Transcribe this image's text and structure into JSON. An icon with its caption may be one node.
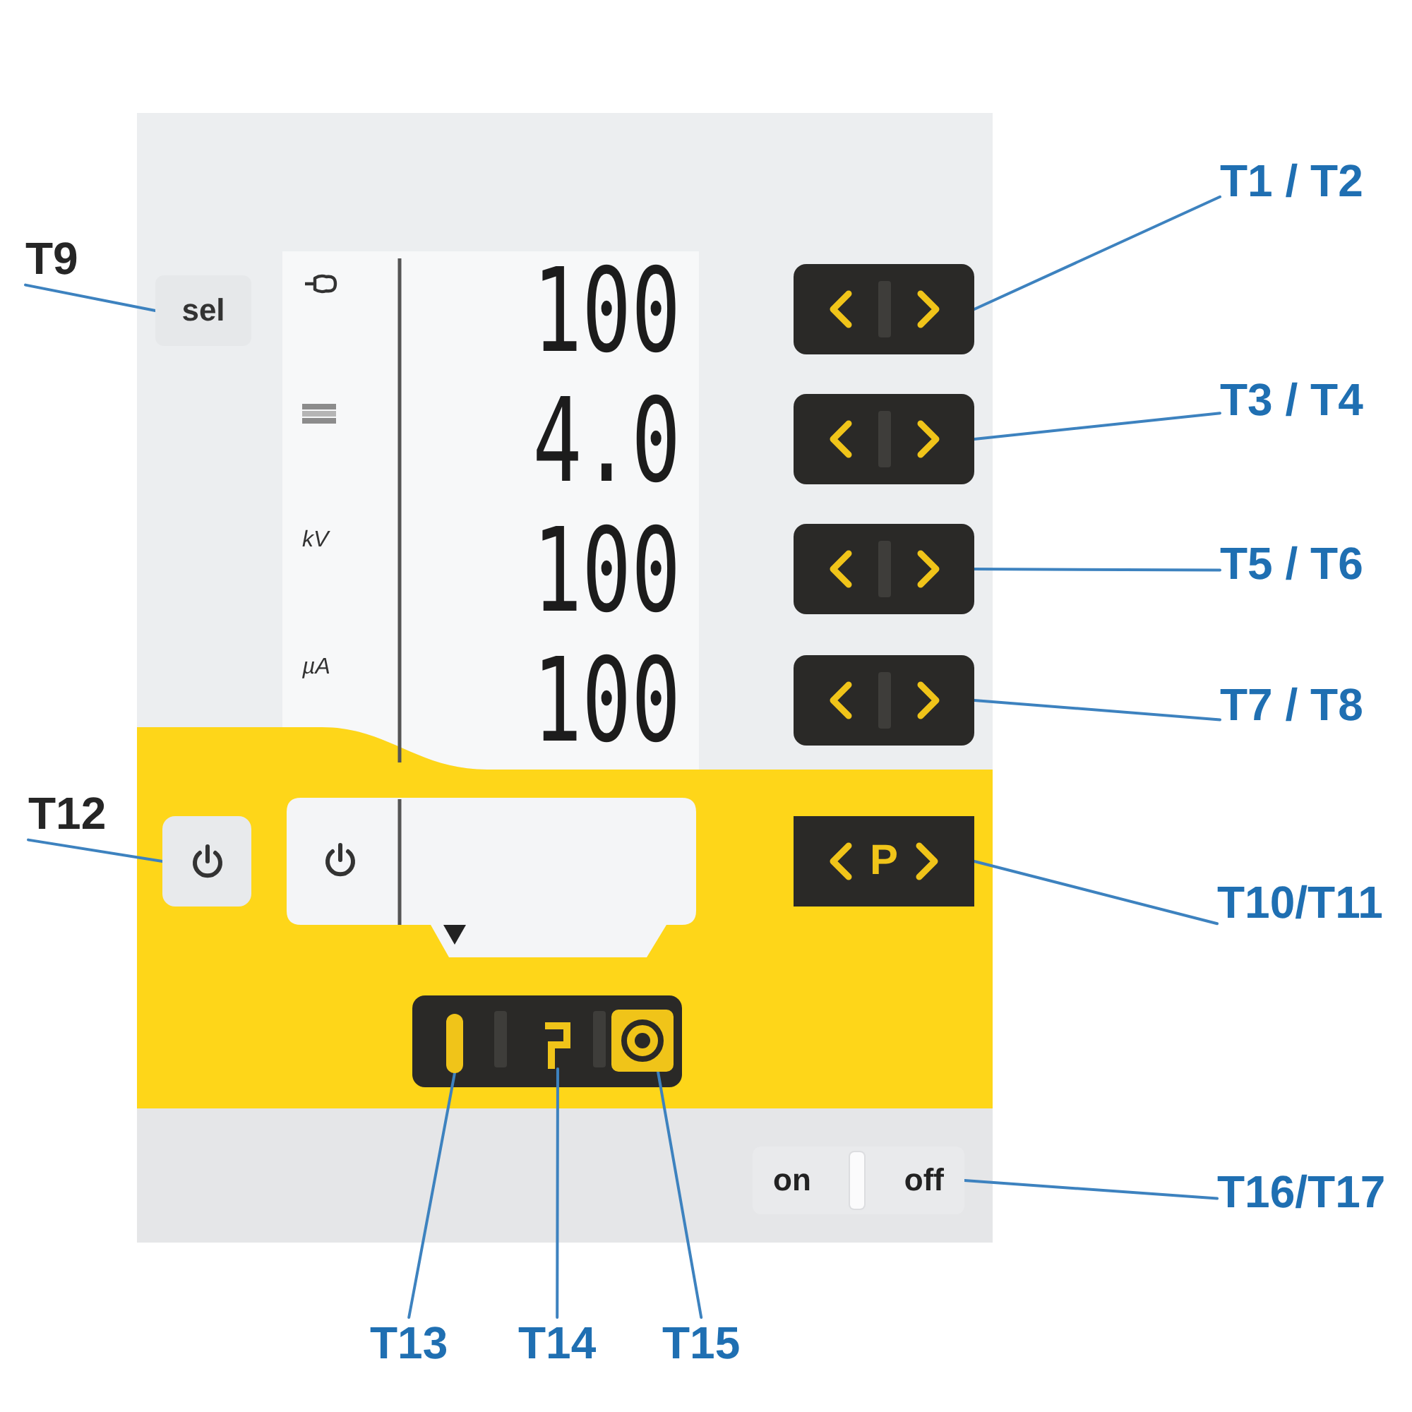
{
  "diagram": {
    "nodes": [
      {
        "text": [
          "T9"
        ]
      },
      {
        "text": [
          "sel"
        ]
      },
      {
        "text": [
          "T1 / T2"
        ]
      },
      {
        "text": [],
        "shape": "box"
      },
      {
        "text": [
          "T3 / T4"
        ]
      },
      {
        "text": [],
        "shape": "box"
      },
      {
        "text": [
          "T5 / T6"
        ]
      },
      {
        "text": [],
        "shape": "box"
      },
      {
        "text": [
          "T7 / T8"
        ]
      },
      {
        "text": [],
        "shape": "box"
      },
      {
        "text": [
          "T12"
        ]
      },
      {
        "text": [],
        "shape": "box"
      },
      {
        "text": [
          "T10/T11"
        ]
      },
      {
        "text": [
          "P"
        ]
      },
      {
        "text": [],
        "shape": "bar"
      },
      {
        "text": [],
        "shape": "picture"
      },
      {
        "text": [],
        "shape": "box"
      },
      {
        "text": [
          "on",
          "off"
        ]
      },
      {
        "text": [
          "T16/T17"
        ]
      },
      {
        "text": [
          "T13"
        ]
      },
      {
        "text": [
          "T14"
        ]
      },
      {
        "text": [
          "T15"
        ]
      }
    ],
    "edges": [
      {
        "from": 0,
        "to": 1,
        "arrow": "none"
      },
      {
        "from": 2,
        "to": 3,
        "arrow": "none"
      },
      {
        "from": 4,
        "to": 5,
        "arrow": "none"
      },
      {
        "from": 6,
        "to": 7,
        "arrow": "none"
      },
      {
        "from": 8,
        "to": 9,
        "arrow": "none"
      },
      {
        "from": 10,
        "to": 11,
        "arrow": "none"
      },
      {
        "from": 12,
        "to": 13,
        "arrow": "none"
      },
      {
        "from": 18,
        "to": 17,
        "arrow": "none"
      },
      {
        "from": 19,
        "to": 14,
        "arrow": "none"
      },
      {
        "from": 20,
        "to": 15,
        "arrow": "none"
      },
      {
        "from": 21,
        "to": 16,
        "arrow": "none"
      }
    ],
    "labels": [
      "100",
      "4.0",
      "kV",
      "100",
      "µA",
      "100"
    ]
  }
}
